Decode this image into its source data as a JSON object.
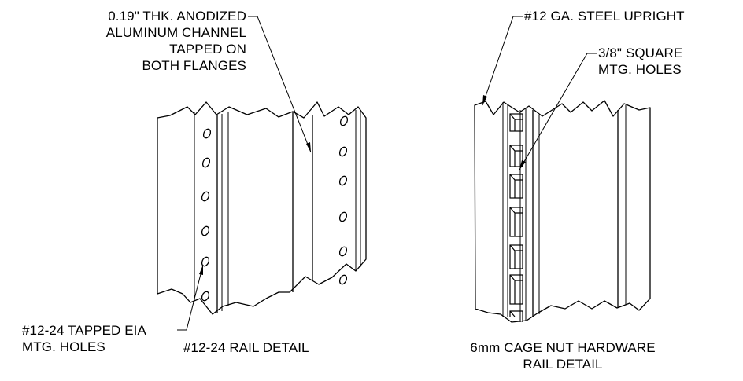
{
  "callouts": {
    "channel": [
      "0.19\" THK. ANODIZED",
      "ALUMINUM CHANNEL",
      "TAPPED ON",
      "BOTH FLANGES"
    ],
    "tapped_holes": [
      "#12-24 TAPPED EIA",
      "MTG. HOLES"
    ],
    "upright": "#12 GA. STEEL UPRIGHT",
    "square_holes": [
      "3/8\" SQUARE",
      "MTG. HOLES"
    ]
  },
  "titles": {
    "left": "#12-24 RAIL DETAIL",
    "right": [
      "6mm CAGE NUT HARDWARE",
      "RAIL DETAIL"
    ]
  }
}
